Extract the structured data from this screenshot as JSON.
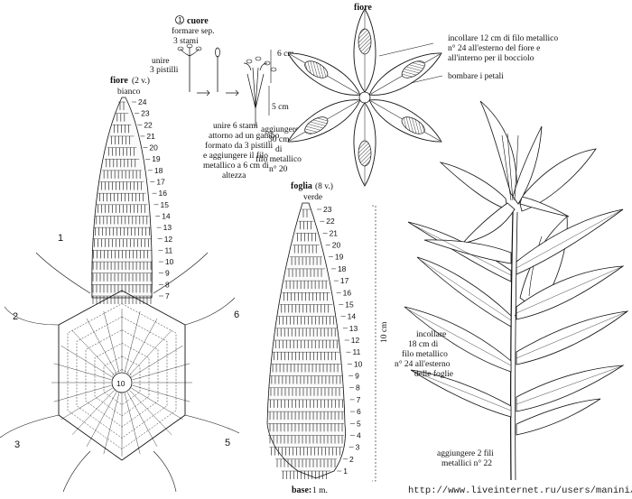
{
  "heart": {
    "step_label": "cuore",
    "line1": "formare sep.",
    "line2": "3 stami",
    "unite_a": "unire",
    "unite_b": "3 pistilli",
    "dim_6": "6 cm",
    "dim_5": "5 cm",
    "join_text": [
      "unire 6 stami",
      "attorno ad un gambo",
      "formato da 3 pistilli",
      "e aggiungere il filo",
      "metallico a 6 cm di",
      "altezza"
    ],
    "add_text": [
      "aggiungere",
      "30 cm",
      "di",
      "filo metallico",
      "n° 20"
    ]
  },
  "flower_top": {
    "title": "fiore",
    "note1": [
      "incollare 12 cm di filo metallico",
      "n° 24 all'esterno del fiore e",
      "all'interno per il bocciolo"
    ],
    "note2": "bombare i petali"
  },
  "petal_chart": {
    "title": "fiore",
    "count": "(2 v.)",
    "color": "bianco",
    "rows": [
      "24",
      "23",
      "22",
      "21",
      "20",
      "19",
      "18",
      "17",
      "16",
      "15",
      "14",
      "13",
      "12",
      "11",
      "10",
      "9",
      "8",
      "7"
    ],
    "section_labels": [
      "1",
      "2",
      "3",
      "5",
      "6"
    ],
    "center_label": "10"
  },
  "leaf_chart": {
    "title": "foglia",
    "count": "(8 v.)",
    "color": "verde",
    "rows": [
      "23",
      "22",
      "21",
      "20",
      "19",
      "18",
      "17",
      "16",
      "15",
      "14",
      "13",
      "12",
      "11",
      "10",
      "9",
      "8",
      "7",
      "6",
      "5",
      "4",
      "3",
      "2",
      "1"
    ],
    "height_label": "10 cm",
    "base_label": "base:",
    "base_value": "1 m."
  },
  "plant": {
    "note_leaves": [
      "incollare",
      "18 cm di",
      "filo metallico",
      "n° 24 all'esterno",
      "delle foglie"
    ],
    "note_stem": [
      "aggiungere 2 fili",
      "metallici n° 22"
    ]
  },
  "watermark": "http://www.liveinternet.ru/users/manini/"
}
